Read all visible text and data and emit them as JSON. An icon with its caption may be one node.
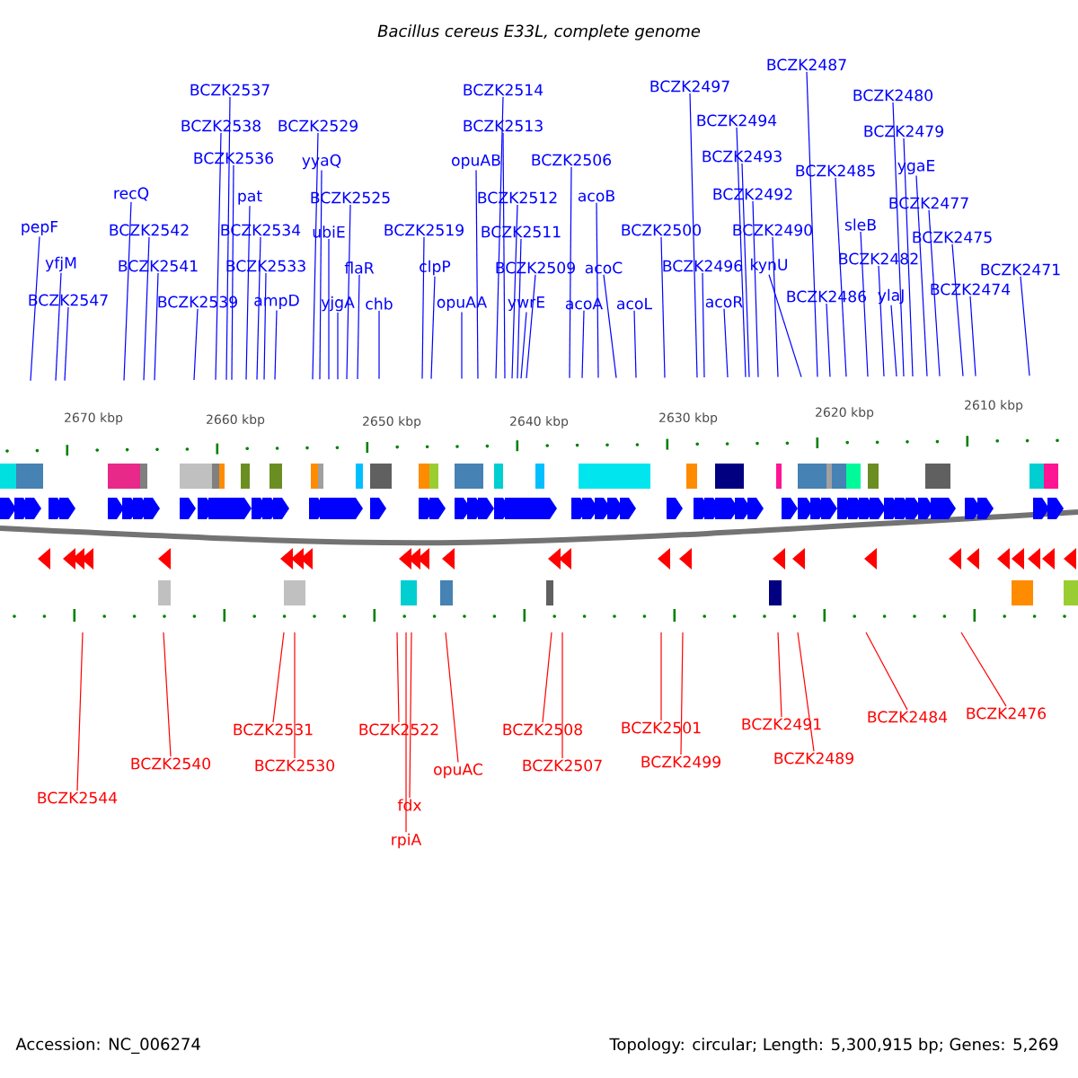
{
  "diagram": {
    "title": "Bacillus cereus E33L, complete genome",
    "nodes": [
      {
        "text": [
          "pepF"
        ]
      },
      {
        "text": [
          "yfjM"
        ]
      },
      {
        "text": [
          "BCZK2547"
        ]
      },
      {
        "text": [
          "recQ"
        ]
      },
      {
        "text": [
          "BCZK2542"
        ]
      },
      {
        "text": [
          "BCZK2541"
        ]
      },
      {
        "text": [
          "BCZK2539"
        ]
      },
      {
        "text": [
          "BCZK2537"
        ]
      },
      {
        "text": [
          "BCZK2538"
        ]
      },
      {
        "text": [
          "BCZK2536"
        ]
      },
      {
        "text": [
          "pat"
        ]
      },
      {
        "text": [
          "BCZK2534"
        ]
      },
      {
        "text": [
          "BCZK2533"
        ]
      },
      {
        "text": [
          "ampD"
        ]
      },
      {
        "text": [
          "BCZK2529"
        ]
      },
      {
        "text": [
          "yyaQ"
        ]
      },
      {
        "text": [
          "BCZK2525"
        ]
      },
      {
        "text": [
          "ubiE"
        ]
      },
      {
        "text": [
          "flaR"
        ]
      },
      {
        "text": [
          "yjgA"
        ]
      },
      {
        "text": [
          "chb"
        ]
      },
      {
        "text": [
          "BCZK2519"
        ]
      },
      {
        "text": [
          "clpP"
        ]
      },
      {
        "text": [
          "opuAA"
        ]
      },
      {
        "text": [
          "BCZK2514"
        ]
      },
      {
        "text": [
          "BCZK2513"
        ]
      },
      {
        "text": [
          "opuAB"
        ]
      },
      {
        "text": [
          "BCZK2512"
        ]
      },
      {
        "text": [
          "BCZK2511"
        ]
      },
      {
        "text": [
          "BCZK2509"
        ]
      },
      {
        "text": [
          "ywrE"
        ]
      },
      {
        "text": [
          "BCZK2506"
        ]
      },
      {
        "text": [
          "acoB"
        ]
      },
      {
        "text": [
          "acoC"
        ]
      },
      {
        "text": [
          "acoA"
        ]
      },
      {
        "text": [
          "acoL"
        ]
      },
      {
        "text": [
          "BCZK2500"
        ]
      },
      {
        "text": [
          "BCZK2497"
        ]
      },
      {
        "text": [
          "BCZK2494"
        ]
      },
      {
        "text": [
          "BCZK2493"
        ]
      },
      {
        "text": [
          "BCZK2492"
        ]
      },
      {
        "text": [
          "BCZK2496"
        ]
      },
      {
        "text": [
          "acoR"
        ]
      },
      {
        "text": [
          "BCZK2490"
        ]
      },
      {
        "text": [
          "kynU"
        ]
      },
      {
        "text": [
          "BCZK2487"
        ]
      },
      {
        "text": [
          "BCZK2485"
        ]
      },
      {
        "text": [
          "sleB"
        ]
      },
      {
        "text": [
          "BCZK2486"
        ]
      },
      {
        "text": [
          "BCZK2482"
        ]
      },
      {
        "text": [
          "ylaJ"
        ]
      },
      {
        "text": [
          "BCZK2480"
        ]
      },
      {
        "text": [
          "BCZK2479"
        ]
      },
      {
        "text": [
          "ygaE"
        ]
      },
      {
        "text": [
          "BCZK2477"
        ]
      },
      {
        "text": [
          "BCZK2475"
        ]
      },
      {
        "text": [
          "BCZK2474"
        ]
      },
      {
        "text": [
          "BCZK2471"
        ]
      },
      {
        "text": [
          "BCZK2544"
        ]
      },
      {
        "text": [
          "BCZK2540"
        ]
      },
      {
        "text": [
          "BCZK2531"
        ]
      },
      {
        "text": [
          "BCZK2530"
        ]
      },
      {
        "text": [
          "BCZK2522"
        ]
      },
      {
        "text": [
          "fdx"
        ]
      },
      {
        "text": [
          "rpiA"
        ]
      },
      {
        "text": [
          "opuAC"
        ]
      },
      {
        "text": [
          "BCZK2508"
        ]
      },
      {
        "text": [
          "BCZK2507"
        ]
      },
      {
        "text": [
          "BCZK2501"
        ]
      },
      {
        "text": [
          "BCZK2499"
        ]
      },
      {
        "text": [
          "BCZK2491"
        ]
      },
      {
        "text": [
          "BCZK2489"
        ]
      },
      {
        "text": [
          "BCZK2484"
        ]
      },
      {
        "text": [
          "BCZK2476"
        ]
      }
    ],
    "edges": [
      {
        "from": 0,
        "to": null,
        "arrow": "none"
      },
      {
        "from": 1,
        "to": null,
        "arrow": "none"
      },
      {
        "from": 2,
        "to": null,
        "arrow": "none"
      },
      {
        "from": 3,
        "to": null,
        "arrow": "none"
      },
      {
        "from": 4,
        "to": null,
        "arrow": "none"
      },
      {
        "from": 5,
        "to": null,
        "arrow": "none"
      },
      {
        "from": 6,
        "to": null,
        "arrow": "none"
      },
      {
        "from": 7,
        "to": null,
        "arrow": "none"
      },
      {
        "from": 8,
        "to": null,
        "arrow": "none"
      },
      {
        "from": 9,
        "to": null,
        "arrow": "none"
      },
      {
        "from": 10,
        "to": null,
        "arrow": "none"
      },
      {
        "from": 11,
        "to": null,
        "arrow": "none"
      },
      {
        "from": 12,
        "to": null,
        "arrow": "none"
      },
      {
        "from": 13,
        "to": null,
        "arrow": "none"
      },
      {
        "from": 14,
        "to": null,
        "arrow": "none"
      },
      {
        "from": 15,
        "to": null,
        "arrow": "none"
      },
      {
        "from": 16,
        "to": null,
        "arrow": "none"
      },
      {
        "from": 17,
        "to": null,
        "arrow": "none"
      },
      {
        "from": 18,
        "to": null,
        "arrow": "none"
      },
      {
        "from": 19,
        "to": null,
        "arrow": "none"
      },
      {
        "from": 20,
        "to": null,
        "arrow": "none"
      },
      {
        "from": 21,
        "to": null,
        "arrow": "none"
      },
      {
        "from": 22,
        "to": null,
        "arrow": "none"
      },
      {
        "from": 23,
        "to": null,
        "arrow": "none"
      },
      {
        "from": 24,
        "to": null,
        "arrow": "none"
      },
      {
        "from": 25,
        "to": null,
        "arrow": "none"
      },
      {
        "from": 26,
        "to": null,
        "arrow": "none"
      },
      {
        "from": 27,
        "to": null,
        "arrow": "none"
      },
      {
        "from": 28,
        "to": null,
        "arrow": "none"
      },
      {
        "from": 29,
        "to": null,
        "arrow": "none"
      },
      {
        "from": 30,
        "to": null,
        "arrow": "none"
      },
      {
        "from": 31,
        "to": null,
        "arrow": "none"
      },
      {
        "from": 32,
        "to": null,
        "arrow": "none"
      },
      {
        "from": 33,
        "to": null,
        "arrow": "none"
      },
      {
        "from": 34,
        "to": null,
        "arrow": "none"
      },
      {
        "from": 35,
        "to": null,
        "arrow": "none"
      },
      {
        "from": 36,
        "to": null,
        "arrow": "none"
      },
      {
        "from": 37,
        "to": null,
        "arrow": "none"
      },
      {
        "from": 38,
        "to": null,
        "arrow": "none"
      },
      {
        "from": 39,
        "to": null,
        "arrow": "none"
      },
      {
        "from": 40,
        "to": null,
        "arrow": "none"
      },
      {
        "from": 41,
        "to": null,
        "arrow": "none"
      },
      {
        "from": 42,
        "to": null,
        "arrow": "none"
      },
      {
        "from": 43,
        "to": null,
        "arrow": "none"
      },
      {
        "from": 44,
        "to": null,
        "arrow": "none"
      },
      {
        "from": 45,
        "to": null,
        "arrow": "none"
      },
      {
        "from": 46,
        "to": null,
        "arrow": "none"
      },
      {
        "from": 47,
        "to": null,
        "arrow": "none"
      },
      {
        "from": 48,
        "to": null,
        "arrow": "none"
      },
      {
        "from": 49,
        "to": null,
        "arrow": "none"
      },
      {
        "from": 50,
        "to": null,
        "arrow": "none"
      },
      {
        "from": 51,
        "to": null,
        "arrow": "none"
      },
      {
        "from": 52,
        "to": null,
        "arrow": "none"
      },
      {
        "from": 53,
        "to": null,
        "arrow": "none"
      },
      {
        "from": 54,
        "to": null,
        "arrow": "none"
      },
      {
        "from": 55,
        "to": null,
        "arrow": "none"
      },
      {
        "from": 56,
        "to": null,
        "arrow": "none"
      },
      {
        "from": 57,
        "to": null,
        "arrow": "none"
      },
      {
        "from": 58,
        "to": null,
        "arrow": "none",
        "color": "#ff0000"
      },
      {
        "from": 59,
        "to": null,
        "arrow": "none",
        "color": "#ff0000"
      },
      {
        "from": 60,
        "to": null,
        "arrow": "none",
        "color": "#ff0000"
      },
      {
        "from": 61,
        "to": null,
        "arrow": "none",
        "color": "#ff0000"
      },
      {
        "from": 62,
        "to": null,
        "arrow": "none",
        "color": "#ff0000"
      },
      {
        "from": 63,
        "to": null,
        "arrow": "none",
        "color": "#ff0000"
      },
      {
        "from": 64,
        "to": null,
        "arrow": "none",
        "color": "#ff0000"
      },
      {
        "from": 65,
        "to": null,
        "arrow": "none",
        "color": "#ff0000"
      },
      {
        "from": 66,
        "to": null,
        "arrow": "none",
        "color": "#ff0000"
      },
      {
        "from": 67,
        "to": null,
        "arrow": "none",
        "color": "#ff0000"
      },
      {
        "from": 68,
        "to": null,
        "arrow": "none",
        "color": "#ff0000"
      },
      {
        "from": 69,
        "to": null,
        "arrow": "none",
        "color": "#ff0000"
      },
      {
        "from": 70,
        "to": null,
        "arrow": "none",
        "color": "#ff0000"
      },
      {
        "from": 71,
        "to": null,
        "arrow": "none",
        "color": "#ff0000"
      },
      {
        "from": 72,
        "to": null,
        "arrow": "none",
        "color": "#ff0000"
      },
      {
        "from": 73,
        "to": null,
        "arrow": "none",
        "color": "#ff0000"
      }
    ],
    "labels": [
      "2670 kbp",
      "2660 kbp",
      "2650 kbp",
      "2640 kbp",
      "2630 kbp",
      "2620 kbp",
      "2610 kbp",
      "Accession: NC_006274",
      "Topology: circular; Length: 5,300,915 bp; Genes: 5,269"
    ]
  }
}
